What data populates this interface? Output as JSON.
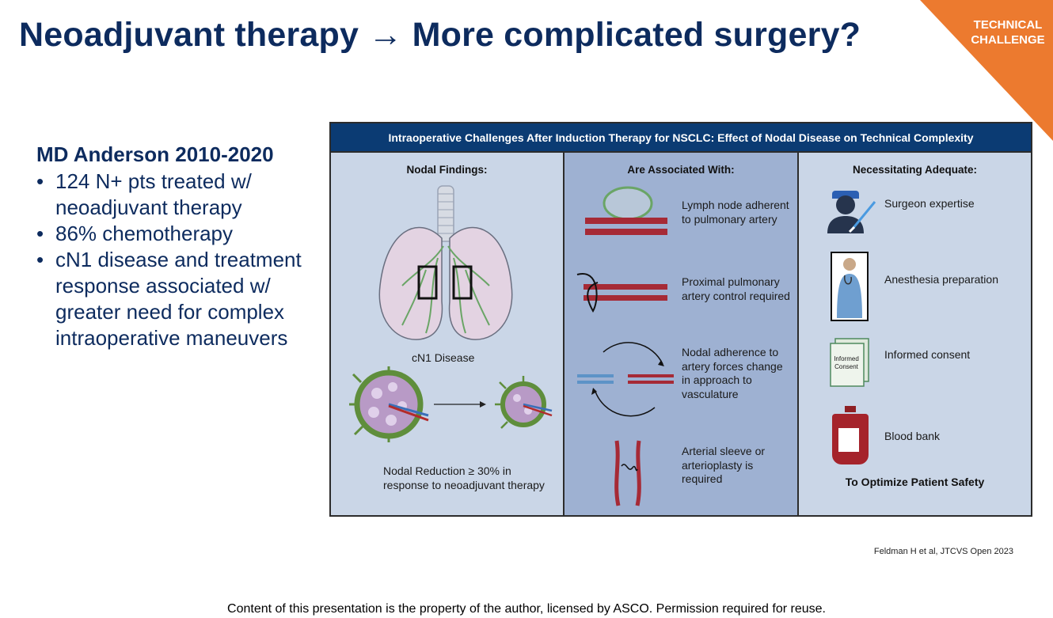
{
  "slide": {
    "title": "Neoadjuvant therapy → More complicated surgery?",
    "corner_tag": "TECHNICAL CHALLENGE",
    "accent_color": "#ec7a2f"
  },
  "left": {
    "heading": "MD Anderson 2010-2020",
    "bullets": [
      "124 N+ pts treated w/ neoadjuvant therapy",
      "86% chemotherapy",
      "cN1 disease and treatment response associated w/ greater need for complex intraoperative maneuvers"
    ]
  },
  "figure": {
    "header": "Intraoperative Challenges After Induction Therapy for NSCLC: Effect of Nodal Disease on Technical Complexity",
    "col1": {
      "heading": "Nodal Findings:",
      "cn1_label": "cN1 Disease",
      "reduction_label": "Nodal Reduction ≥ 30% in response to neoadjuvant therapy"
    },
    "col2": {
      "heading": "Are Associated With:",
      "items": [
        "Lymph node adherent to pulmonary artery",
        "Proximal pulmonary artery control required",
        "Nodal adherence to artery forces change in approach to vasculature",
        "Arterial sleeve or arterioplasty is required"
      ]
    },
    "col3": {
      "heading": "Necessitating Adequate:",
      "items": [
        "Surgeon expertise",
        "Anesthesia preparation",
        "Informed consent",
        "Blood bank"
      ],
      "consent_card": "Informed Consent",
      "footer": "To Optimize Patient Safety"
    }
  },
  "citation": "Feldman H et al, JTCVS Open 2023",
  "footer": "Content of this presentation is the property of the author, licensed by ASCO. Permission required for reuse."
}
